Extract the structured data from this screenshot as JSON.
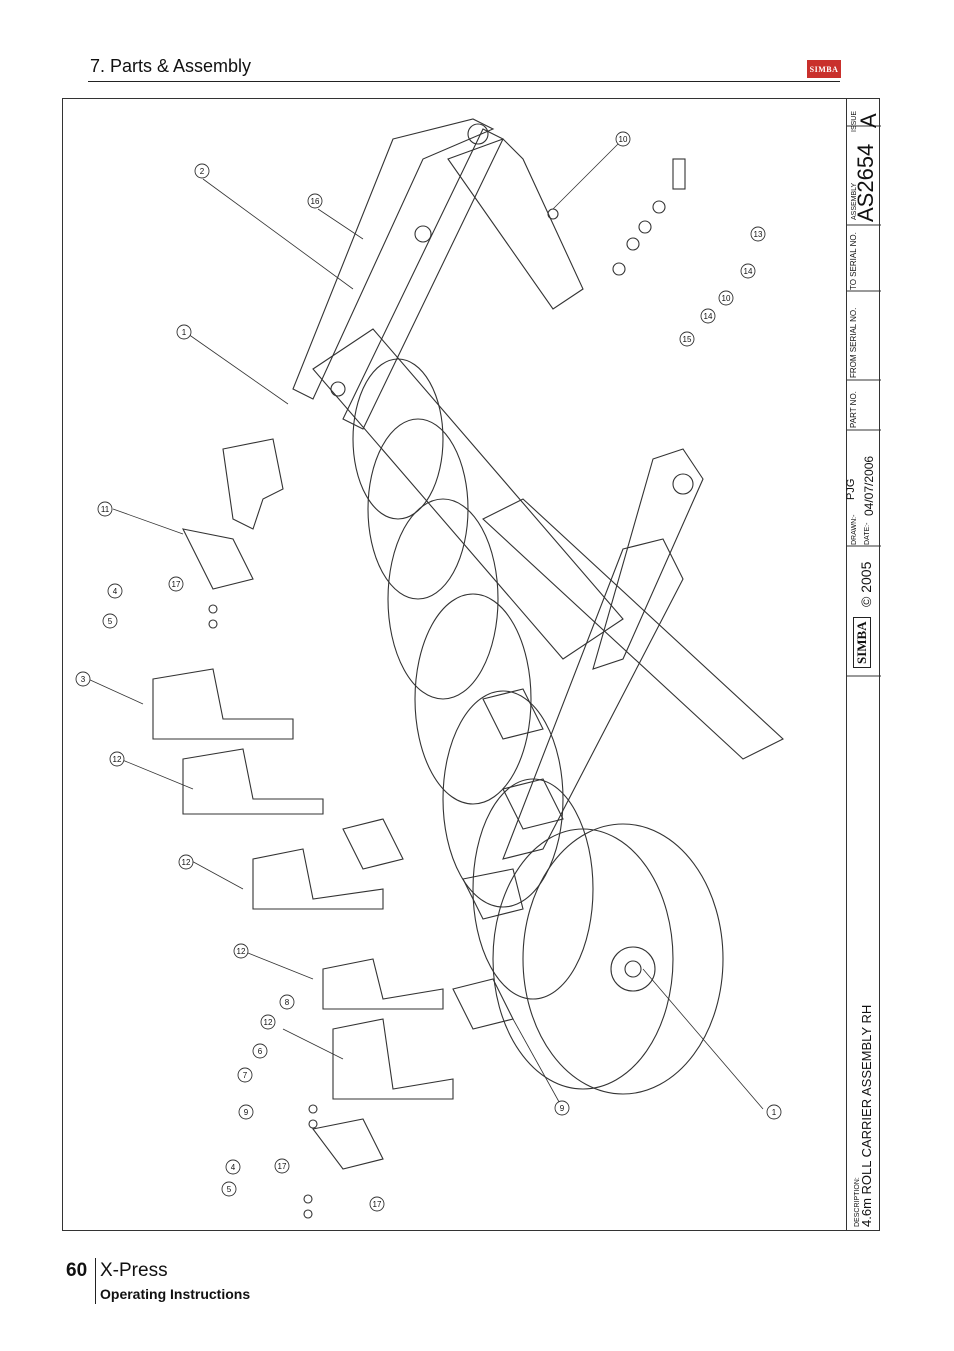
{
  "header": {
    "section_title": "7. Parts & Assembly",
    "logo_text": "SIMBA"
  },
  "title_block": {
    "issue_label": "ISSUE",
    "issue_value": "A",
    "assembly_label": "ASSEMBLY",
    "assembly_value": "AS2654",
    "to_serial_label": "TO SERIAL NO.",
    "from_serial_label": "FROM SERIAL NO.",
    "part_no_label": "PART NO.",
    "drawn_label": "DRAWN:-",
    "drawn_value": "PJG",
    "date_label": "DATE:-",
    "date_value": "04/07/2006",
    "copyright": "© 2005",
    "logo_text": "SIMBA",
    "description_label": "DESCRIPTION:",
    "description_value": "4.6m ROLL CARRIER ASSEMBLY RH"
  },
  "callouts": [
    "1",
    "2",
    "3",
    "4",
    "5",
    "6",
    "7",
    "8",
    "9",
    "10",
    "11",
    "12",
    "13",
    "14",
    "15",
    "16",
    "17"
  ],
  "footer": {
    "page_number": "60",
    "product": "X-Press",
    "subtitle": "Operating Instructions"
  }
}
